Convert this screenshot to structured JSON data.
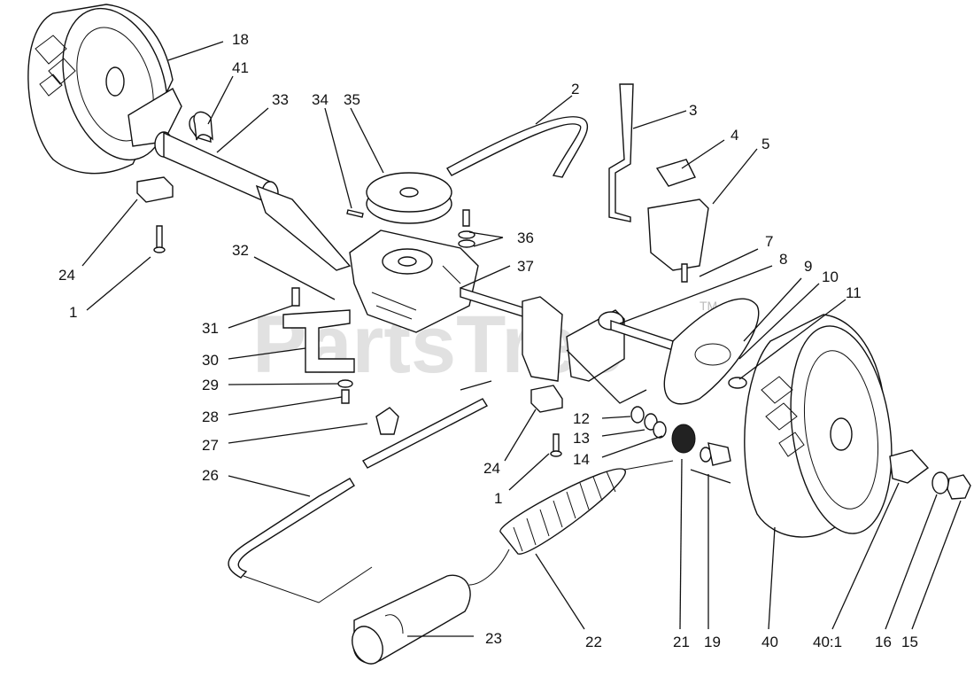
{
  "watermark": {
    "text": "PartsTree",
    "trademark": "TM"
  },
  "callouts": [
    {
      "id": "c18",
      "text": "18"
    },
    {
      "id": "c41",
      "text": "41"
    },
    {
      "id": "c33",
      "text": "33"
    },
    {
      "id": "c34",
      "text": "34"
    },
    {
      "id": "c35",
      "text": "35"
    },
    {
      "id": "c2",
      "text": "2"
    },
    {
      "id": "c3",
      "text": "3"
    },
    {
      "id": "c4",
      "text": "4"
    },
    {
      "id": "c5",
      "text": "5"
    },
    {
      "id": "c36",
      "text": "36"
    },
    {
      "id": "c32",
      "text": "32"
    },
    {
      "id": "c37",
      "text": "37"
    },
    {
      "id": "c7",
      "text": "7"
    },
    {
      "id": "c8",
      "text": "8"
    },
    {
      "id": "c9",
      "text": "9"
    },
    {
      "id": "c10",
      "text": "10"
    },
    {
      "id": "c11",
      "text": "11"
    },
    {
      "id": "c24a",
      "text": "24"
    },
    {
      "id": "c1a",
      "text": "1"
    },
    {
      "id": "c31",
      "text": "31"
    },
    {
      "id": "c30",
      "text": "30"
    },
    {
      "id": "c29",
      "text": "29"
    },
    {
      "id": "c28",
      "text": "28"
    },
    {
      "id": "c27",
      "text": "27"
    },
    {
      "id": "c12",
      "text": "12"
    },
    {
      "id": "c13",
      "text": "13"
    },
    {
      "id": "c14",
      "text": "14"
    },
    {
      "id": "c26",
      "text": "26"
    },
    {
      "id": "c24b",
      "text": "24"
    },
    {
      "id": "c1b",
      "text": "1"
    },
    {
      "id": "c23",
      "text": "23"
    },
    {
      "id": "c22",
      "text": "22"
    },
    {
      "id": "c21",
      "text": "21"
    },
    {
      "id": "c19",
      "text": "19"
    },
    {
      "id": "c40",
      "text": "40"
    },
    {
      "id": "c401",
      "text": "40:1"
    },
    {
      "id": "c16",
      "text": "16"
    },
    {
      "id": "c15",
      "text": "15"
    }
  ]
}
